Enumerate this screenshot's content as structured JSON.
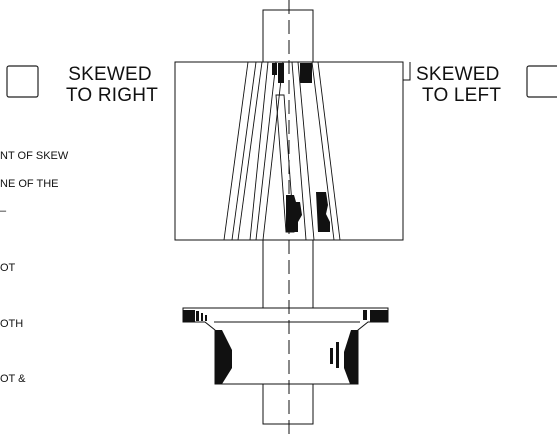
{
  "callouts": {
    "right": {
      "line1": "SKEWED",
      "line2": "TO RIGHT"
    },
    "left": {
      "line1": "SKEWED",
      "line2": "TO LEFT"
    }
  },
  "notes": [
    "NT OF SKEW",
    "NE OF THE",
    "–",
    "OT",
    "OTH",
    "OT &"
  ]
}
